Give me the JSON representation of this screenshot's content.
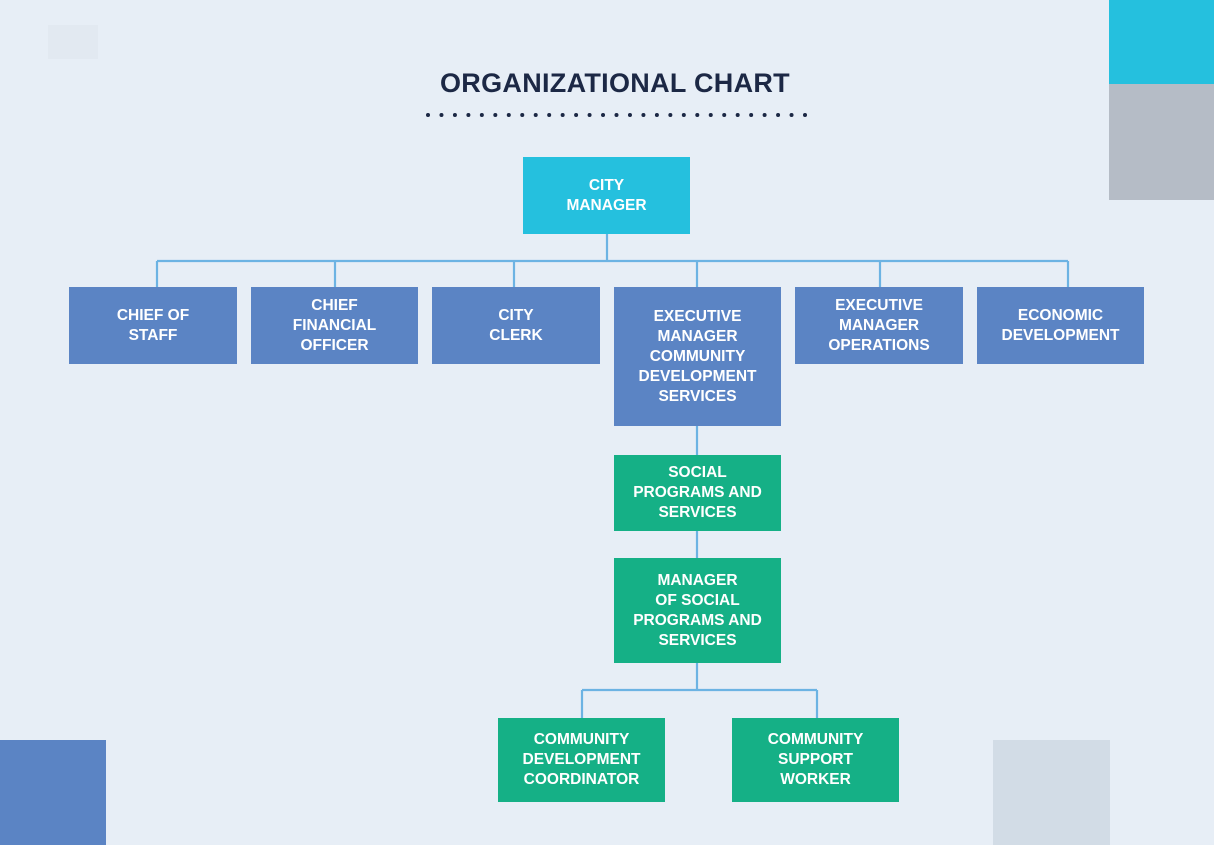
{
  "title": "ORGANIZATIONAL CHART",
  "colors": {
    "top": "#25c0de",
    "department": "#5b84c4",
    "sub_unit": "#15b086",
    "connector": "#6cb3e3",
    "title_text": "#1c2845"
  },
  "nodes": {
    "city_manager": "CITY\nMANAGER",
    "chief_of_staff": "CHIEF OF\nSTAFF",
    "chief_financial_officer": "CHIEF\nFINANCIAL\nOFFICER",
    "city_clerk": "CITY\nCLERK",
    "exec_mgr_community_dev": "EXECUTIVE\nMANAGER\nCOMMUNITY\nDEVELOPMENT\nSERVICES",
    "exec_mgr_operations": "EXECUTIVE\nMANAGER\nOPERATIONS",
    "economic_development": "ECONOMIC\nDEVELOPMENT",
    "social_programs": "SOCIAL\nPROGRAMS AND\nSERVICES",
    "manager_social_programs": "MANAGER\nOF SOCIAL\nPROGRAMS AND\nSERVICES",
    "community_dev_coordinator": "COMMUNITY\nDEVELOPMENT\nCOORDINATOR",
    "community_support_worker": "COMMUNITY\nSUPPORT\nWORKER"
  },
  "edges": [
    [
      "city_manager",
      "chief_of_staff"
    ],
    [
      "city_manager",
      "chief_financial_officer"
    ],
    [
      "city_manager",
      "city_clerk"
    ],
    [
      "city_manager",
      "exec_mgr_community_dev"
    ],
    [
      "city_manager",
      "exec_mgr_operations"
    ],
    [
      "city_manager",
      "economic_development"
    ],
    [
      "exec_mgr_community_dev",
      "social_programs"
    ],
    [
      "social_programs",
      "manager_social_programs"
    ],
    [
      "manager_social_programs",
      "community_dev_coordinator"
    ],
    [
      "manager_social_programs",
      "community_support_worker"
    ]
  ]
}
